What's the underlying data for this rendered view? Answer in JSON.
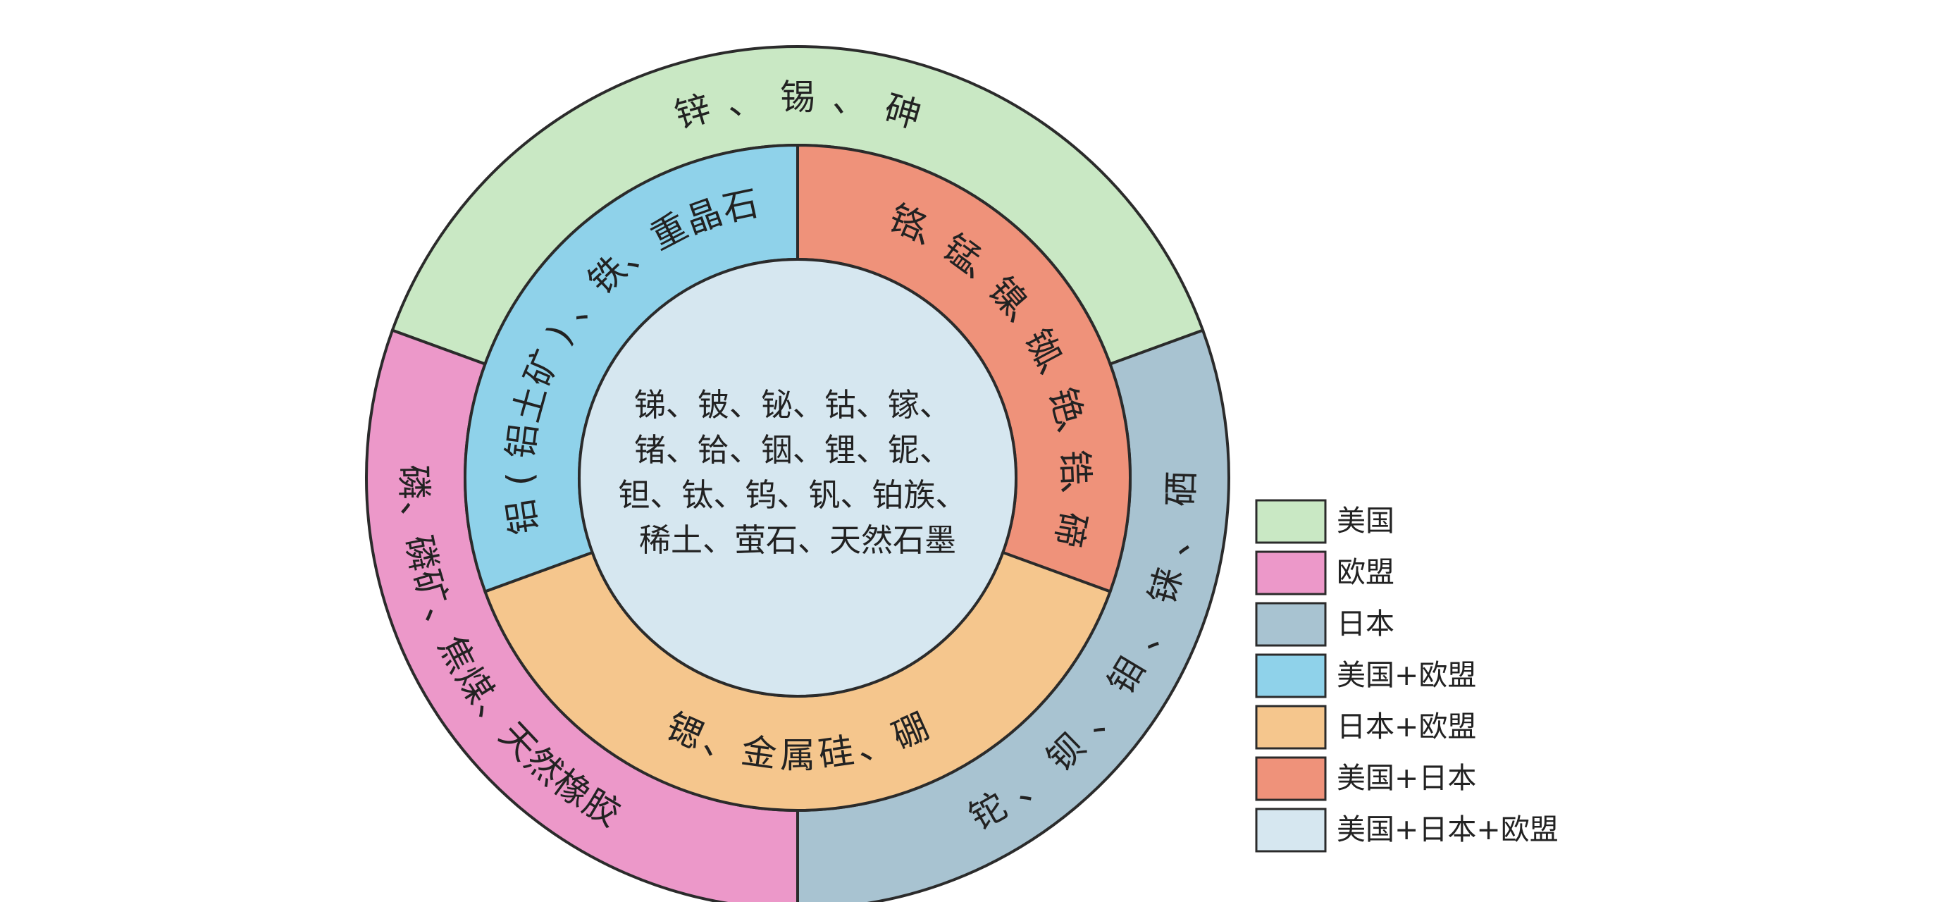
{
  "diagram": {
    "outer_ring": [
      {
        "id": "us",
        "group": "美国",
        "label": "锌、锡、砷",
        "color": "#c9e8c4"
      },
      {
        "id": "japan",
        "group": "日本",
        "label": "铊、钡、钼、铼、硒",
        "color": "#a8c3d1"
      },
      {
        "id": "eu",
        "group": "欧盟",
        "label": "磷、磷矿、焦煤、天然橡胶",
        "color": "#ec98c9"
      }
    ],
    "inner_ring": [
      {
        "id": "us-japan",
        "group": "美国+日本",
        "label": "铬、锰、镍、铷、铯、锆、碲",
        "color": "#ef927a"
      },
      {
        "id": "japan-eu",
        "group": "日本+欧盟",
        "label": "锶、金属硅、硼",
        "color": "#f5c68d"
      },
      {
        "id": "us-eu",
        "group": "美国+欧盟",
        "label": "铝(铝土矿)、铁、重晶石",
        "color": "#8fd2ea"
      }
    ],
    "center": {
      "group": "美国+日本+欧盟",
      "color": "#d6e7f0",
      "lines": [
        "锑、铍、铋、钴、镓、",
        "锗、铪、铟、锂、铌、",
        "钽、钛、钨、钒、铂族、",
        "稀土、萤石、天然石墨"
      ]
    }
  },
  "legend": [
    {
      "label": "美国",
      "color": "#c9e8c4"
    },
    {
      "label": "欧盟",
      "color": "#ec98c9"
    },
    {
      "label": "日本",
      "color": "#a8c3d1"
    },
    {
      "label": "美国+欧盟",
      "color": "#8fd2ea"
    },
    {
      "label": "日本+欧盟",
      "color": "#f5c68d"
    },
    {
      "label": "美国+日本",
      "color": "#ef927a"
    },
    {
      "label": "美国+日本+欧盟",
      "color": "#d6e7f0"
    }
  ]
}
